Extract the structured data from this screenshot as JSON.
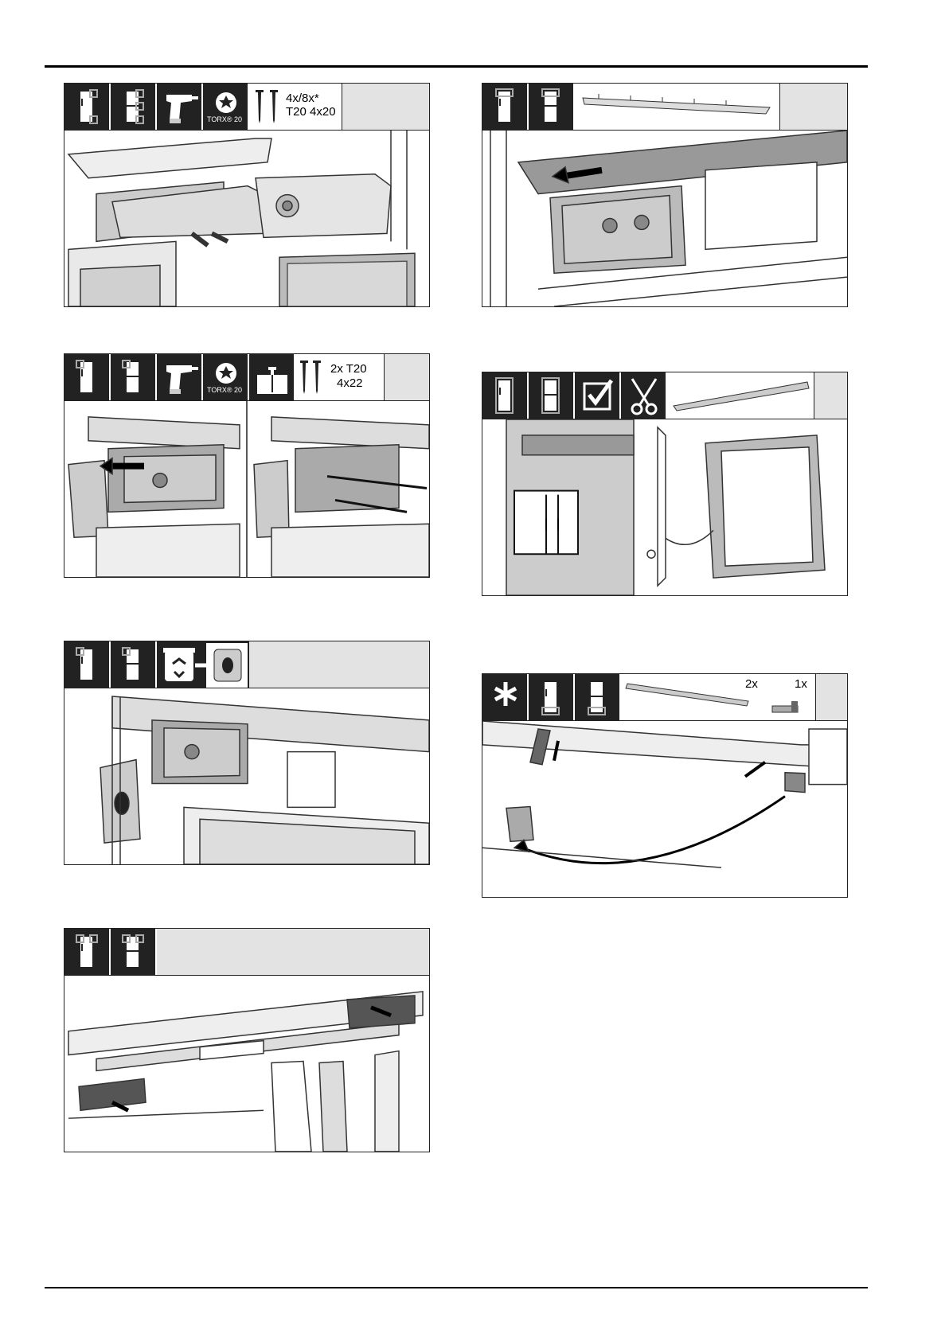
{
  "panels": {
    "hinge_screws": {
      "screw_spec": "4x/8x*",
      "screw_size": "T20 4x20",
      "torx_label": "TORX® 20"
    },
    "hinge_slide": {
      "screw_qty_type": "2x T20",
      "screw_size": "4x22",
      "torx_label": "TORX® 20"
    },
    "profile_seal": {
      "qty_left": "2x",
      "qty_right": "1x"
    }
  },
  "icons": [
    "fridge-single-door-icon",
    "fridge-double-door-icon",
    "cordless-drill-icon",
    "torx-bit-icon",
    "screw-icon",
    "recycle-bin-icon",
    "checkmark-icon",
    "scissors-icon",
    "asterisk-icon"
  ],
  "colors": {
    "rule": "#000000",
    "header_tile": "#222222",
    "header_fill": "#e3e3e3"
  }
}
